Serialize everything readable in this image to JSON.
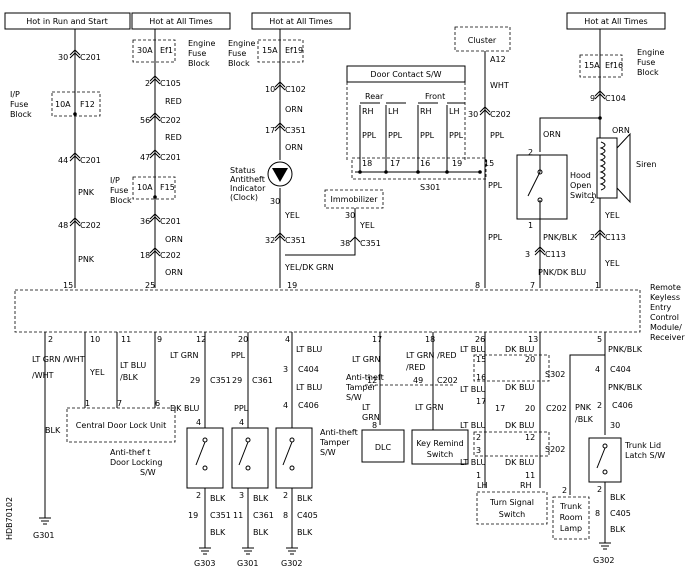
{
  "headers": {
    "run_start": "Hot in Run and Start",
    "always_1": "Hot at All Times",
    "always_2": "Hot at All Times",
    "always_3": "Hot at All Times"
  },
  "components": {
    "cluster": "Cluster",
    "door_contact": "Door Contact S/W",
    "rear": "Rear",
    "front": "Front",
    "ip_fuse_block": [
      "I/P",
      "Fuse",
      "Block"
    ],
    "engine_fuse_block": [
      "Engine",
      "Fuse",
      "Block"
    ],
    "status_indicator": [
      "Status",
      "Antitheft",
      "Indicator",
      "(Clock)"
    ],
    "immobilizer": "Immobilizer",
    "siren": "Siren",
    "hood_switch": [
      "Hood",
      "Open",
      "Switch"
    ],
    "module": [
      "Remote",
      "Keyless",
      "Entry",
      "Control",
      "Module/",
      "Receiver"
    ],
    "central_door_lock": "Central Door Lock Unit",
    "antitheft_door_locking": [
      "Anti-thef t",
      "Door Locking",
      "S/W"
    ],
    "antitheft_tamper_sw": [
      "Anti-theft",
      "Tamper",
      "S/W"
    ],
    "antitheft_tamper_sw2": [
      "Anti-theft",
      "Tamper",
      "S/W"
    ],
    "dlc": "DLC",
    "key_remind": [
      "Key Remind",
      "Switch"
    ],
    "turn_signal": [
      "Turn Signal",
      "Switch"
    ],
    "trunk_room_lamp": [
      "Trunk",
      "Room",
      "Lamp"
    ],
    "trunk_latch": [
      "Trunk Lid",
      "Latch S/W"
    ],
    "s301": "S301",
    "s302": "S302",
    "s202": "S202"
  },
  "fuses": {
    "f12": "10A",
    "f12_id": "F12",
    "ef1": "30A",
    "ef1_id": "Ef1",
    "f15": "10A",
    "f15_id": "F15",
    "ef19": "15A",
    "ef19_id": "Ef19",
    "ef16": "15A",
    "ef16_id": "Ef16"
  },
  "grounds": {
    "g301a": "G301",
    "g303": "G303",
    "g301b": "G301",
    "g302a": "G302",
    "g302b": "G302"
  },
  "side_label": "HDB70102",
  "connectors": {
    "c201_30": "30",
    "c201_30_n": "C201",
    "c201_44": "44",
    "c201_44_n": "C201",
    "c202_48": "48",
    "c202_48_n": "C202",
    "c105_2": "2",
    "c105_2_n": "C105",
    "c202_56": "56",
    "c202_56_n": "C202",
    "c201_47": "47",
    "c201_47_n": "C201",
    "c201_36": "36",
    "c201_36_n": "C201",
    "c202_18": "18",
    "c202_18_n": "C202",
    "c102_10": "10",
    "c102_10_n": "C102",
    "c351_17": "17",
    "c351_17_n": "C351",
    "c351_32": "32",
    "c351_32_n": "C351",
    "c351_38": "38",
    "c351_38_n": "C351",
    "c202_30": "30",
    "c202_30_n": "C202",
    "a12": "A12",
    "c104_9": "9",
    "c104_9_n": "C104",
    "c113_2": "2",
    "c113_2_n": "C113",
    "c113_3": "3",
    "c113_3_n": "C113",
    "c351_29": "29",
    "c351_29_n": "C351",
    "c361_29": "29",
    "c361_29_n": "C361",
    "c404_3": "3",
    "c404_3_n": "C404",
    "c406_4": "4",
    "c406_4_n": "C406",
    "c202_49": "49",
    "c202_49_n": "C202",
    "c202_20": "20",
    "c202_20_n": "C202",
    "c404_4": "4",
    "c404_4_n": "C404",
    "c406_2": "2",
    "c406_2_n": "C406",
    "c351_19": "19",
    "c351_19_n": "C351",
    "c361_11": "11",
    "c361_11_n": "C361",
    "c405_8": "8",
    "c405_8_n": "C405",
    "c405_8b": "8",
    "c405_8b_n": "C405"
  },
  "module_pins_top": {
    "p15": "15",
    "p25": "25",
    "p19": "19",
    "p8": "8",
    "p7": "7",
    "p1": "1"
  },
  "module_pins_bottom": {
    "p2": "2",
    "p10": "10",
    "p11": "11",
    "p9": "9",
    "p12": "12",
    "p20": "20",
    "p4": "4",
    "p17": "17",
    "p18": "18",
    "p26": "26",
    "p13": "13",
    "p5": "5"
  },
  "wires": {
    "pnk_1": "PNK",
    "pnk_2": "PNK",
    "red_1": "RED",
    "red_2": "RED",
    "orn_1": "ORN",
    "orn_2": "ORN",
    "orn_3": "ORN",
    "orn_4": "ORN",
    "yel_1": "YEL",
    "yel_dkgrn": "YEL/DK GRN",
    "yel_imm": "YEL",
    "wht": "WHT",
    "ppl_1": "PPL",
    "ppl_2": "PPL",
    "orn_5": "ORN",
    "orn_6": "ORN",
    "yel_2": "YEL",
    "yel_3": "YEL",
    "pnk_blk_1": "PNK/BLK",
    "pnk_dkblu": "PNK/DK BLU",
    "lt_grn_wht": "LT GRN\n/WHT",
    "yel_4": "YEL",
    "lt_blu_blk": "LT BLU\n/BLK",
    "lt_grn_1": "LT GRN",
    "ppl_3": "PPL",
    "lt_blu_1": "LT BLU",
    "lt_grn_2": "LT GRN",
    "lt_grn_red": "LT GRN\n/RED",
    "lt_blu_2": "LT BLU",
    "dk_blu_1": "DK BLU",
    "pnk_blk_2": "PNK/BLK",
    "blk_1": "BLK",
    "dk_blu_2": "DK BLU",
    "ppl_4": "PPL",
    "lt_blu_3": "LT BLU",
    "lt_grn_3": "LT GRN",
    "lt_grn_4": "LT GRN",
    "pnk_blk_3": "PNK/BLK",
    "pnk_blk_4": "PNK/BLK",
    "pnk_blk_5": "PNK\n/BLK",
    "blk_a": "BLK",
    "blk_b": "BLK",
    "blk_c": "BLK",
    "blk_d": "BLK",
    "blk_e": "BLK",
    "blk_f": "BLK",
    "blk_g": "BLK",
    "blk_h": "BLK"
  },
  "door_wires": [
    "RH",
    "LH",
    "RH",
    "LH"
  ],
  "door_wire_colors": [
    "PPL",
    "PPL",
    "PPL",
    "PPL"
  ],
  "door_pins": [
    "18",
    "17",
    "16",
    "19",
    "15"
  ]
}
